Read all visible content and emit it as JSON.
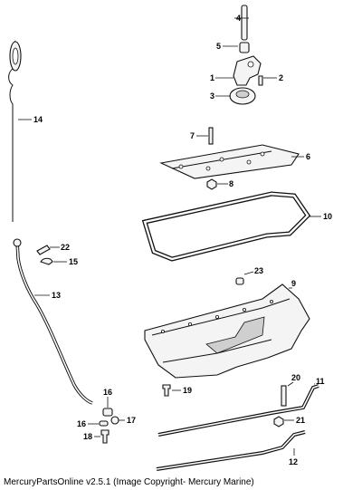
{
  "caption": "MercuryPartsOnline v2.5.1 (Image Copyright- Mercury Marine)",
  "callouts": {
    "c1": "1",
    "c2": "2",
    "c3": "3",
    "c4": "4",
    "c5": "5",
    "c6": "6",
    "c7": "7",
    "c8": "8",
    "c9": "9",
    "c10": "10",
    "c11": "11",
    "c12": "12",
    "c13": "13",
    "c14": "14",
    "c15": "15",
    "c16a": "16",
    "c16b": "16",
    "c17": "17",
    "c18": "18",
    "c19": "19",
    "c20": "20",
    "c21": "21",
    "c22": "22",
    "c23": "23"
  }
}
